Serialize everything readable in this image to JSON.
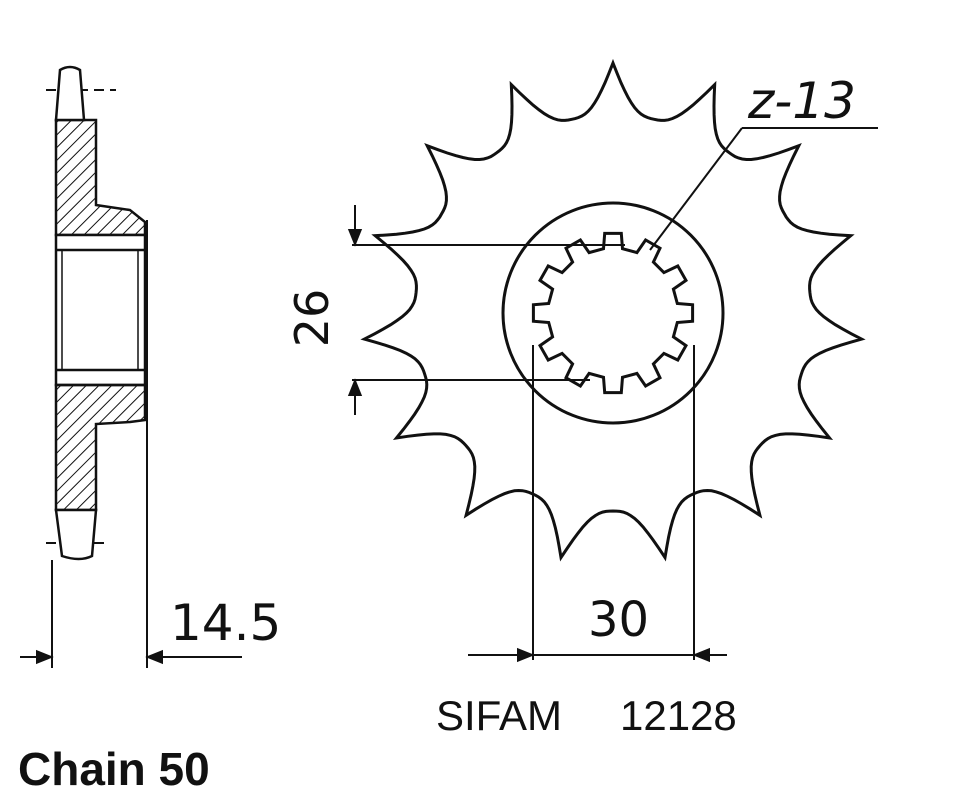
{
  "side_view": {
    "width_label": "14.5"
  },
  "front_view": {
    "teeth_label": "z-13",
    "spline_dim_label": "26",
    "hub_dim_label": "30",
    "outer_teeth": 15,
    "inner_splines": 12
  },
  "caption": {
    "brand": "SIFAM",
    "part_number": "12128",
    "chain": "Chain 50"
  },
  "colors": {
    "ink": "#111111",
    "background": "#ffffff"
  }
}
